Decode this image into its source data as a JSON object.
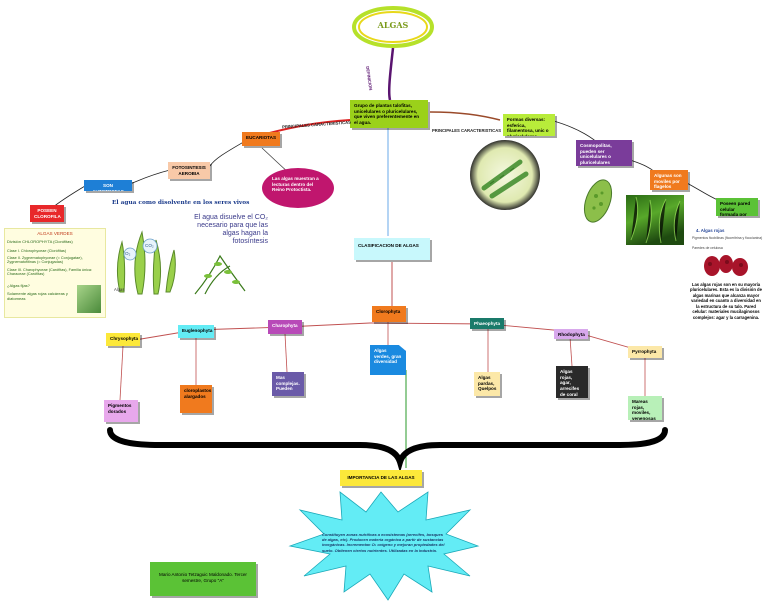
{
  "title": "ALGAS",
  "definicion_label": "DEFINICION",
  "definition": "Grupo de plantas talofitas, unicelulares o pluricelulares, que viven preferentemente en el agua.",
  "principales_left_label": "PRINCIPALES CARACTERISTICAS",
  "principales_right_label": "PRINCIPALES CARACTERISTICAS",
  "left_branch": {
    "eucariotas": "EUCARIOTAS",
    "fotosintesis": "FOTOSINTESIS AEROBIA",
    "autotrofas": "SON AUTOTROFAS",
    "clorofila": "POSEEN CLOROFILA",
    "magenta_note": "Las algas muestran a lecturas dentro del Reino Protoctista."
  },
  "right_branch": {
    "formas": "Formas diversas: esferica, filamentosa, unic o pluricelulares",
    "cosmopolitas": "Cosmopolitas, pueden ser unicelulares o pluricelulares (hongos)",
    "orange_box": "Algunas son moviles por flagelos",
    "green_box": "Poseen pared celular formada por celulosa"
  },
  "water_panel": {
    "heading": "El agua como disolvente en los seres vivos",
    "text": "El agua disuelve el CO₂ necesario para que las algas hagan la fotosíntesis",
    "co2": "CO₂",
    "o2": "O₂",
    "algas": "Algas"
  },
  "algas_verdes": {
    "title": "ALGAS VERDES",
    "division": "División CHLOROPHYTA (Clorófitas)",
    "clase1": "Clase I. Chlorophyceae (Clorófitas)",
    "clase2": "Clase II. Zygnematophyceae (= Conjugatae), Zygnematofitinas (= Conjugadas)",
    "clase3": "Clase III. Charophyceae (Carófitas), Familia única: Characeae (Carófitas)",
    "habitat_q": "¿Algas fijas?",
    "habitat_a": "Solamente algas rojas calcáreas y diatomeas"
  },
  "algas_rojas": {
    "title": "4. Algas rojas",
    "bullets": [
      "Pigmentos ficobilinas (ficoeritrina y ficocianina)",
      "Paredes de celulosa"
    ],
    "text": "Las algas rojas son en su mayoría pluricelulares. Esta es la división de algas marinas que alcanza mayor variedad en cuanto a diversidad en la estructura de su talo. Pared celular: materiales mucilaginosos complejos: agar y la carragenina."
  },
  "clasificacion": "CLASIFICACION DE ALGAS",
  "divisions": {
    "chrysophyta": "Chrysophyta",
    "euglenophyta": "Euglenophyta",
    "charophyta": "Charophyta",
    "clorophyta": "Clorophyta",
    "phaeophyta": "Phaeophyta",
    "rhodophyta": "Rhodophyta",
    "pyrrophyta": "Pyrrophyta"
  },
  "division_notes": {
    "pigmentos": "Pigmentos dorados",
    "cloroplastos": "cloroplastos alargados",
    "mas_complejas": "Mas complejas. Pueden",
    "algas_verdes": "Algas verdes, gran diversidad",
    "algas_pardas": "Algas pardas, Quelpos",
    "algas_rojas": "Algas rojas, agar, arrecifes de coral",
    "mareas": "Mareas rojas, moviles, venenosas"
  },
  "importancia": "IMPORTANCIA DE LAS ALGAS",
  "importancia_text": "Constituyen zonas nutritivas a ecosistemas (arrecifes, bosques de algas, etc). Producen materia orgánica a partir de sustancias inorgánicas. Incrementan O₂ oxígeno y mejoran propiedades del suelo. Obtienen ciertos nutrientes. Utilizadas en la industria.",
  "author": "Mario Antonio Tetzaguic Maldonado. Tercer semestre, Grupo \"A\"",
  "colors": {
    "yellow_green": "#9bd11a",
    "red": "#e8282a",
    "orange": "#f07a1e",
    "peach": "#f8c9a8",
    "blue": "#1e7fd6",
    "magenta": "#c0166e",
    "purple": "#7a3c9a",
    "cyan": "#63ecf5",
    "green": "#5bc236",
    "brace": "#000000"
  }
}
